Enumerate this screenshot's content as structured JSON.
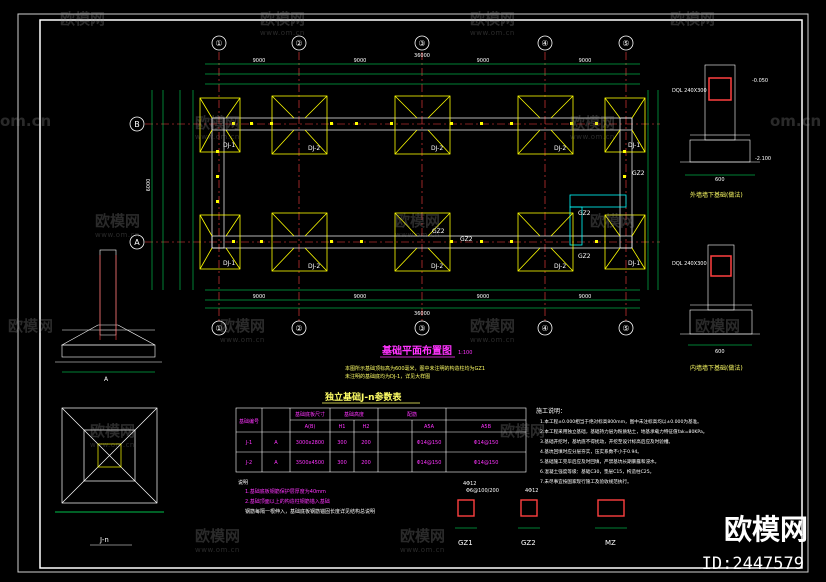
{
  "plan": {
    "title": "基础平面布置图",
    "scale": "1:100",
    "note_line1": "本图所示基础顶标高为600毫米，图中未注明的构造柱均为GZ1",
    "note_line2": "未注明的基础底均为DJ-1，详见大样图",
    "axes_x": [
      "①",
      "②",
      "③",
      "④",
      "⑤"
    ],
    "axes_y": [
      "B",
      "A"
    ],
    "top_dims": [
      "9000",
      "9000",
      "9000",
      "9000"
    ],
    "top_total": "36000",
    "bottom_dims": [
      "9000",
      "9000",
      "9000",
      "9000"
    ],
    "bottom_total": "36000",
    "side_total": "6000",
    "footing_labels": [
      "DJ-1",
      "DJ-2",
      "DJ-2",
      "DJ-2",
      "DJ-1",
      "DJ-1",
      "DJ-2",
      "DJ-2",
      "DJ-2",
      "DJ-1"
    ],
    "column_tags": [
      "GZ2",
      "GZ2",
      "GZ2",
      "GZ2",
      "GZ2"
    ]
  },
  "table": {
    "title": "独立基础J-n参数表",
    "headers": [
      "基础编号",
      "基础底板尺寸",
      "基础高度",
      "配筋",
      "A5A",
      "A5B"
    ],
    "subheaders": [
      "A(B)",
      "H1",
      "H2"
    ],
    "rows": [
      {
        "id": "J-1",
        "type": "A",
        "size": "3000x2800",
        "h1": "300",
        "h2": "200",
        "a": "Φ14@150",
        "b": "Φ14@150"
      },
      {
        "id": "J-2",
        "type": "A",
        "size": "3500x4500",
        "h1": "300",
        "h2": "200",
        "a": "Φ14@150",
        "b": "Φ14@150"
      }
    ],
    "note_head": "说明",
    "note1": "1.基础底板钢筋保护层厚度为40mm",
    "note2": "2.基础顶面以上的构造柱钢筋锚入基础",
    "note3": "钢筋每隔一根伸入，基础底板钢筋锚固长度详见结构总说明"
  },
  "general_notes": {
    "title": "施工说明：",
    "lines": [
      "1.本工程±0.000相当于绝对标高800mm，图中未注标高均以±0.000为基准。",
      "2.本工程采用独立基础，基础持力层为粉质粘土，地基承载力特征值fak=80KPa。",
      "3.基础开挖时，基坑底不得扰动，开挖至设计标高后应及时验槽。",
      "4.基坑回填时应分层夯实，压实系数不小于0.94。",
      "5.基础施工完毕后应及时回填，严禁基坑长期暴露和浸水。",
      "6.混凝土强度等级：基础C30，垫层C15，构造柱C25。",
      "7.未尽事宜按国家现行施工及验收规范执行。"
    ]
  },
  "details": {
    "wall_detail_1": "外墙墙下基础(做法)",
    "wall_detail_2": "内墙墙下基础(做法)",
    "elev_top": "-0.050",
    "elev_bottom": "-2.100",
    "beam_1": "DQL 240X300",
    "beam_2": "DQL 240X300",
    "width_1": "600",
    "width_2": "600",
    "section_a": "A",
    "footing_plan": "J-n",
    "gz1": "GZ1",
    "gz2": "GZ2",
    "mz": "MZ",
    "col_size_1": "4Φ12",
    "col_size_2": "4Φ12",
    "col_tie": "Φ6@100/200"
  },
  "watermark": {
    "brand": "欧模网",
    "domain": "www.om.cn",
    "side": "om.cn",
    "id_label": "ID:2447579"
  },
  "colors": {
    "background": "#000000",
    "frame": "#ffffff",
    "footing": "#ffff00",
    "wall": "#ffffff",
    "axis": "#ff4040",
    "dimension": "#00ff66",
    "text_magenta": "#ff33ff",
    "text_yellow": "#ffff66",
    "cyan": "#00ffff"
  }
}
